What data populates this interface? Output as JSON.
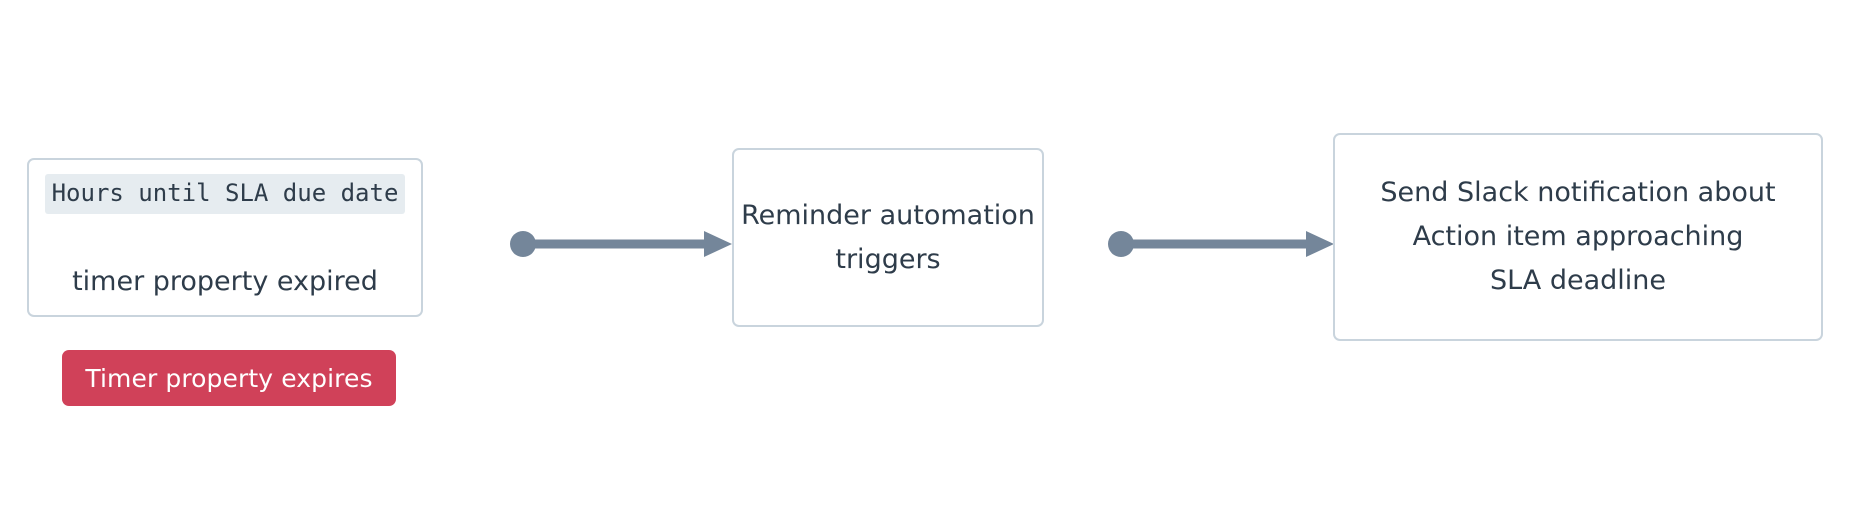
{
  "diagram": {
    "type": "flowchart",
    "orientation": "left-to-right",
    "background_color": "#ffffff",
    "node_border_color": "#c9d4dd",
    "node_text_color": "#2e3c4a",
    "connector_color": "#74869a",
    "badge_color": "#d04159",
    "code_chip_background": "#e6ecf0",
    "nodes": [
      {
        "id": "trigger",
        "name": "timer-property-expired-node",
        "code_text": "Hours until SLA due date",
        "plain_text": "timer property expired"
      },
      {
        "id": "automation",
        "name": "reminder-automation-node",
        "text": "Reminder automation\ntriggers"
      },
      {
        "id": "action",
        "name": "slack-notification-node",
        "text": "Send Slack notification about\nAction item approaching\nSLA deadline"
      }
    ],
    "connectors": [
      {
        "id": "c1",
        "from": "trigger",
        "to": "automation",
        "start_marker": "circle",
        "end_marker": "arrow"
      },
      {
        "id": "c2",
        "from": "automation",
        "to": "action",
        "start_marker": "circle",
        "end_marker": "arrow"
      }
    ],
    "badges": [
      {
        "id": "trigger-badge",
        "label": "Timer property expires",
        "attached_to": "trigger"
      }
    ]
  }
}
